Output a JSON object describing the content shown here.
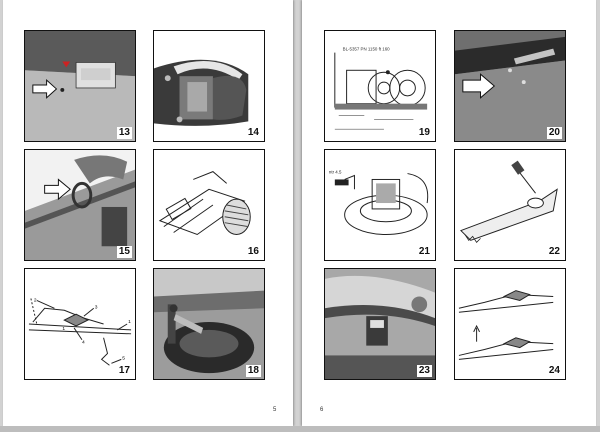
{
  "pages": [
    {
      "number": "5",
      "figures": [
        "13",
        "14",
        "15",
        "16",
        "17",
        "18"
      ]
    },
    {
      "number": "6",
      "figures": [
        "19",
        "20",
        "21",
        "22",
        "23",
        "24"
      ]
    }
  ],
  "figure_annotations": {
    "fig19": "BL-5357 PN 1150 ft 160",
    "fig21": "ntr 4.5"
  },
  "callouts17": [
    "2",
    "3",
    "4",
    "5",
    "1",
    "1"
  ],
  "colors": {
    "page": "#ffffff",
    "background": "#d2d2d2",
    "border": "#111111"
  }
}
